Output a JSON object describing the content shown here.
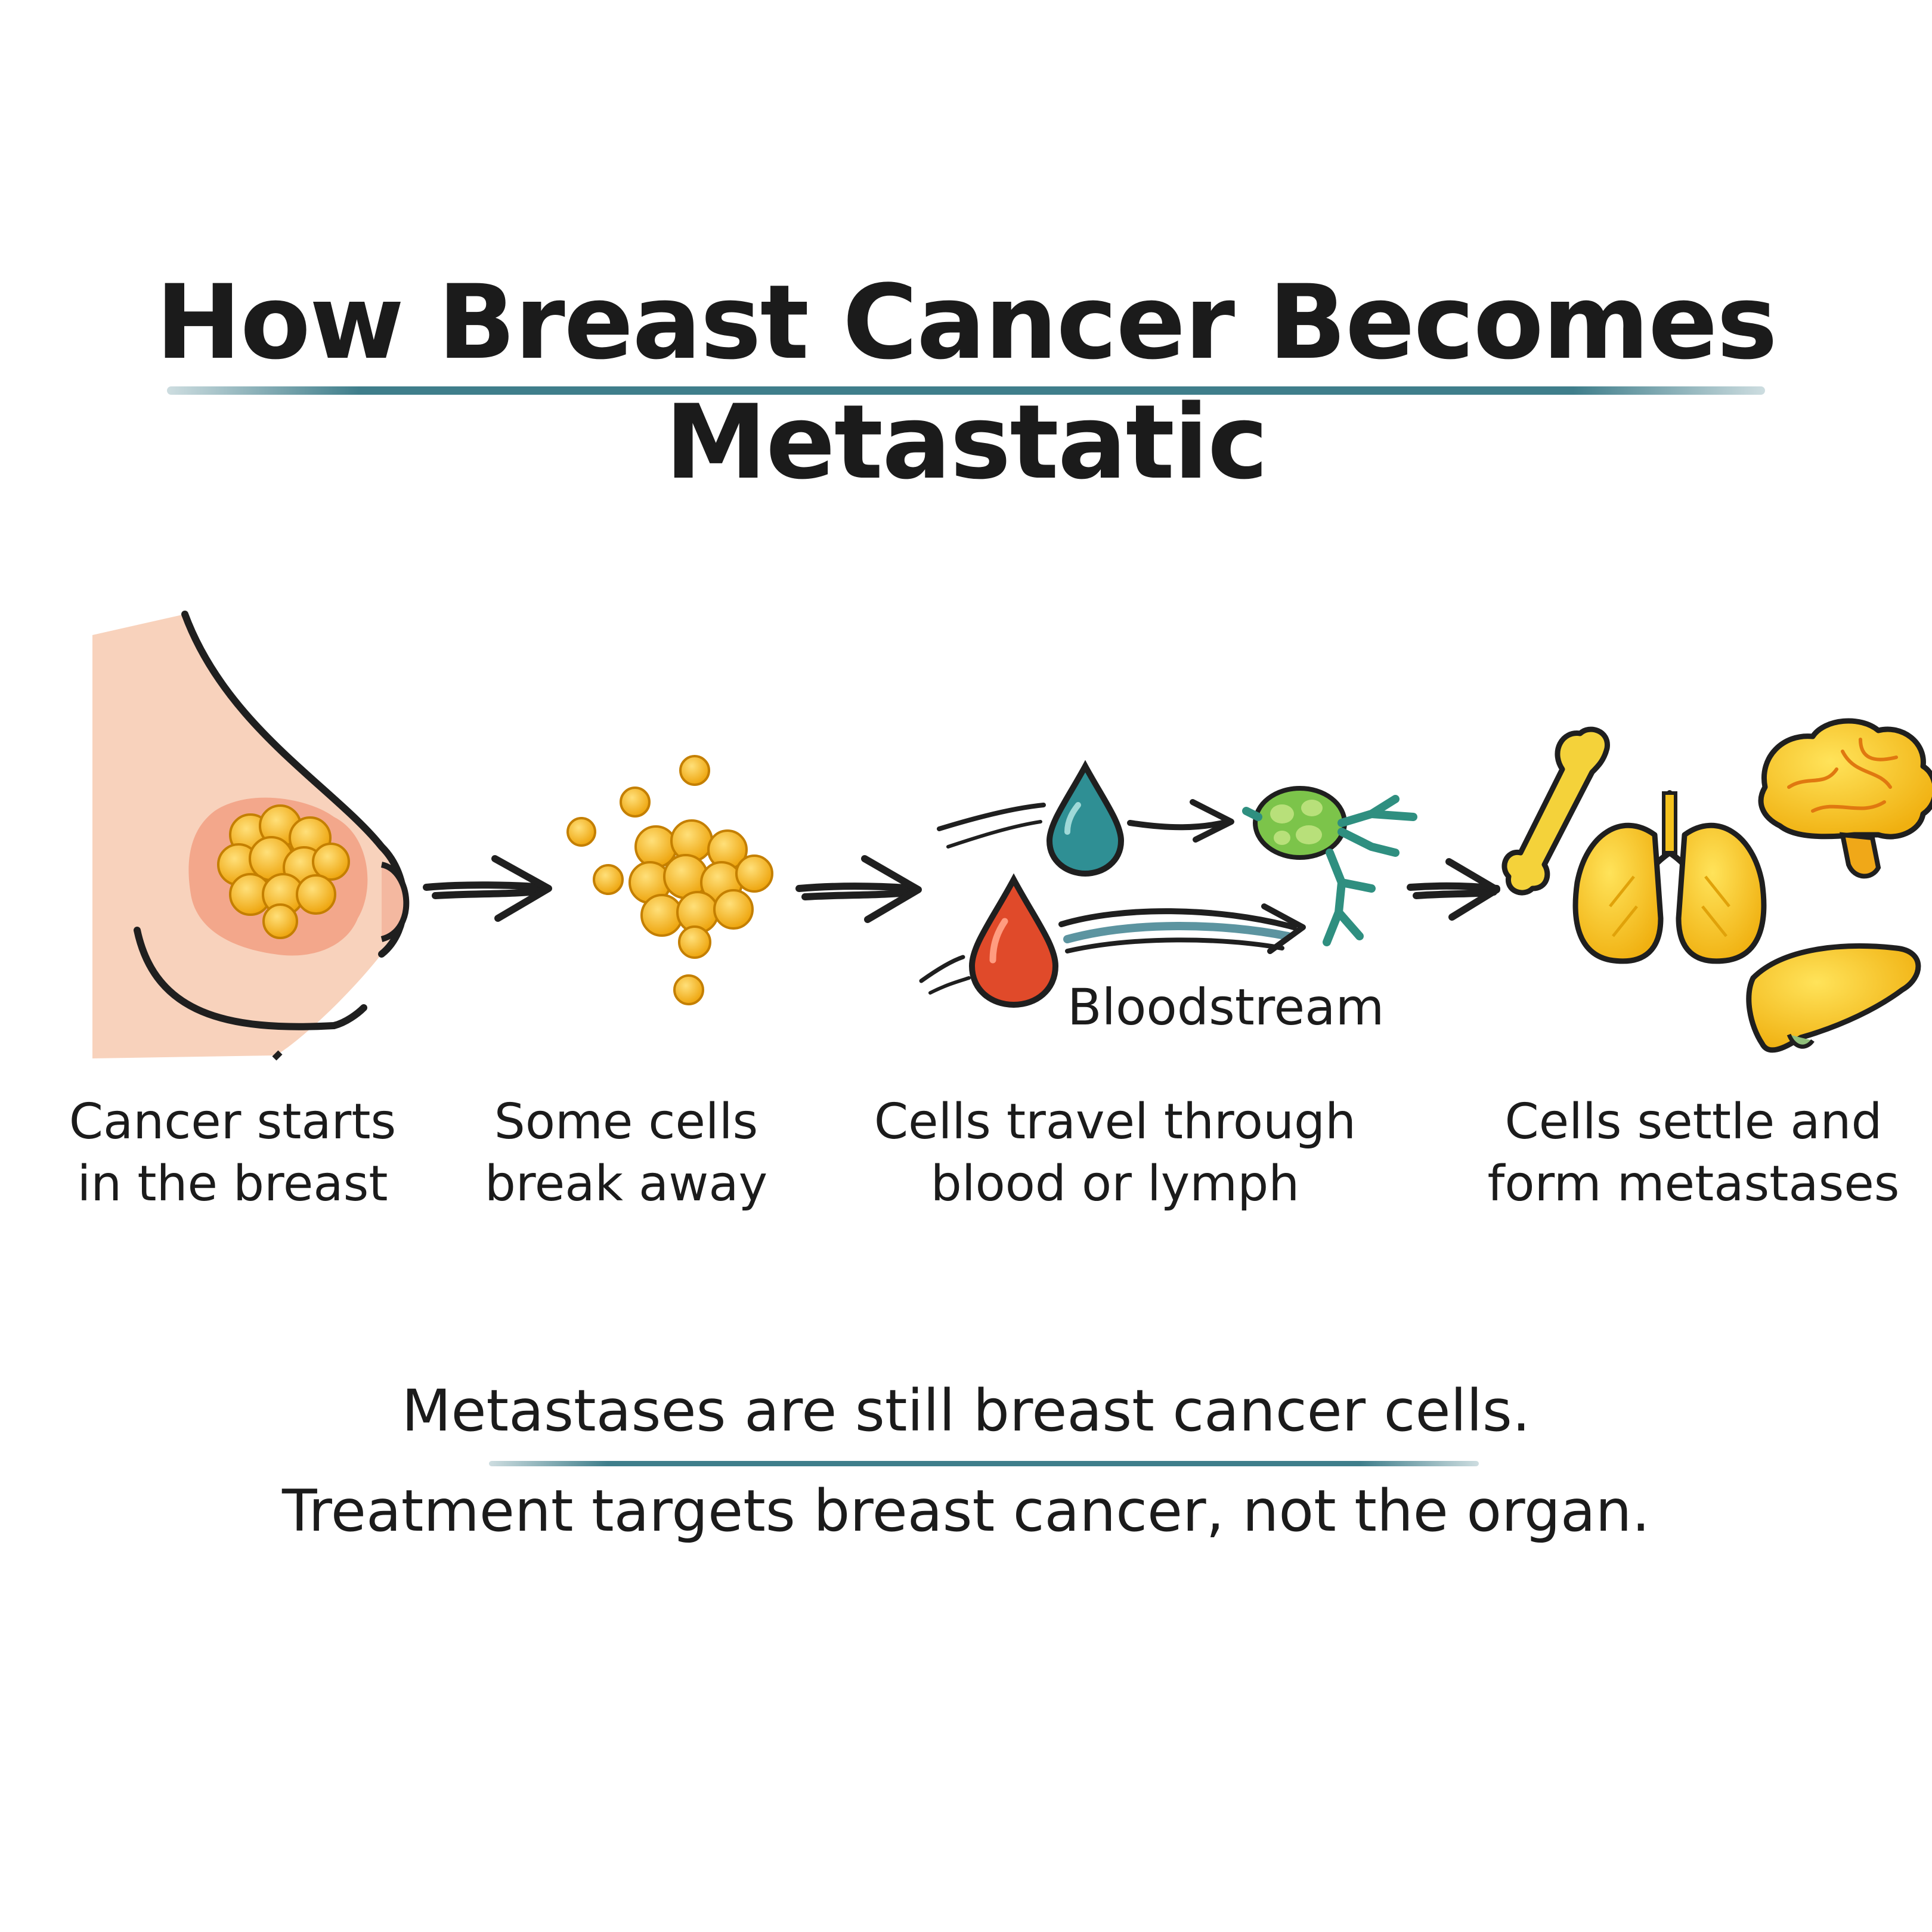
{
  "title": "How Breast Cancer Becomes Metastatic",
  "steps": [
    {
      "line1": "Cancer starts",
      "line2": "in the breast"
    },
    {
      "line1": "Some cells",
      "line2": "break away"
    },
    {
      "line1": "Cells travel through",
      "line2": "blood or lymph"
    },
    {
      "line1": "Cells settle and",
      "line2": "form metastases"
    }
  ],
  "bloodstream_label": "Bloodstream",
  "message": {
    "line1": "Metastases are still breast cancer cells.",
    "line2": "Treatment targets breast cancer, not the organ."
  },
  "colors": {
    "accent_rule": "#3f7e8b",
    "skin": "#f8d2bc",
    "tumor": "#f3b51a",
    "blood_drop": "#e04a2a",
    "lymph_drop": "#2f8f94",
    "organ": "#f4c21e"
  },
  "icons": [
    "breast-icon",
    "cell-cluster-icon",
    "lymph-drop-icon",
    "blood-drop-icon",
    "lymph-node-icon",
    "bone-icon",
    "lungs-icon",
    "brain-icon",
    "liver-icon",
    "arrow-icon"
  ]
}
